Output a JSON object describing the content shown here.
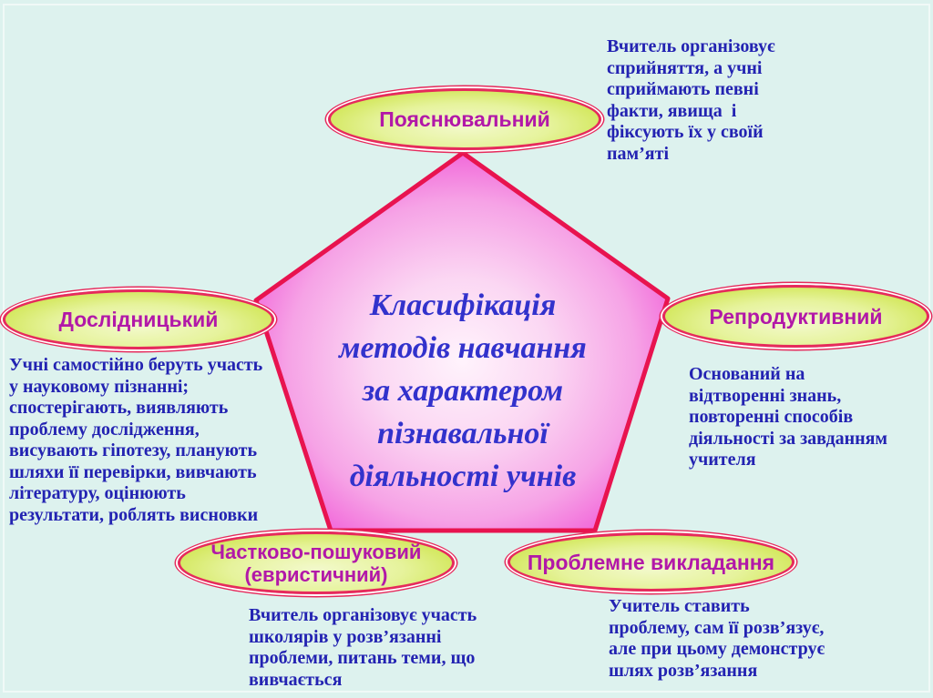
{
  "pentagon": {
    "title": "Класифікація\nметодів навчання\nза характером\nпізнавальної\nдіяльності учнів",
    "fill_center": "#fff3fc",
    "fill_edge": "#ee46cf",
    "border_color": "#e8134f"
  },
  "methods": [
    {
      "id": "explanatory",
      "label": "Пояснювальний",
      "description": "Вчитель організовує\nсприйняття, а учні\nсприймають певні\nфакти, явища  і\nфіксують їх у своїй\nпам’яті"
    },
    {
      "id": "research",
      "label": "Дослідницький",
      "description": "Учні самостійно беруть участь\nу науковому пізнанні;\nспостерігають, виявляють\nпроблему дослідження,\nвисувають гіпотезу, планують\nшляхи її перевірки, вивчають\nлітературу, оцінюють\nрезультати, роблять висновки"
    },
    {
      "id": "reproductive",
      "label": "Репродуктивний",
      "description": "Оснований на\nвідтворенні знань,\nповторенні способів\nдіяльності за завданням\nучителя"
    },
    {
      "id": "partial-search",
      "label": "Частково-пошуковий\n(евристичний)",
      "description": "Вчитель організовує участь\nшколярів у розв’язанні\nпроблеми, питань теми, що\nвивчається"
    },
    {
      "id": "problem-teaching",
      "label": "Проблемне викладання",
      "description": "Учитель ставить\nпроблему, сам її розв’язує,\nале при цьому демонструє\nшлях розв’язання"
    }
  ],
  "colors": {
    "background": "#ddf2ee",
    "oval_border": "#e62a5c",
    "oval_fill_light": "#f3f9cd",
    "oval_fill_dark": "#c4de2b",
    "label_color": "#b218a8",
    "description_color": "#2323b2",
    "title_color": "#3232cc"
  }
}
